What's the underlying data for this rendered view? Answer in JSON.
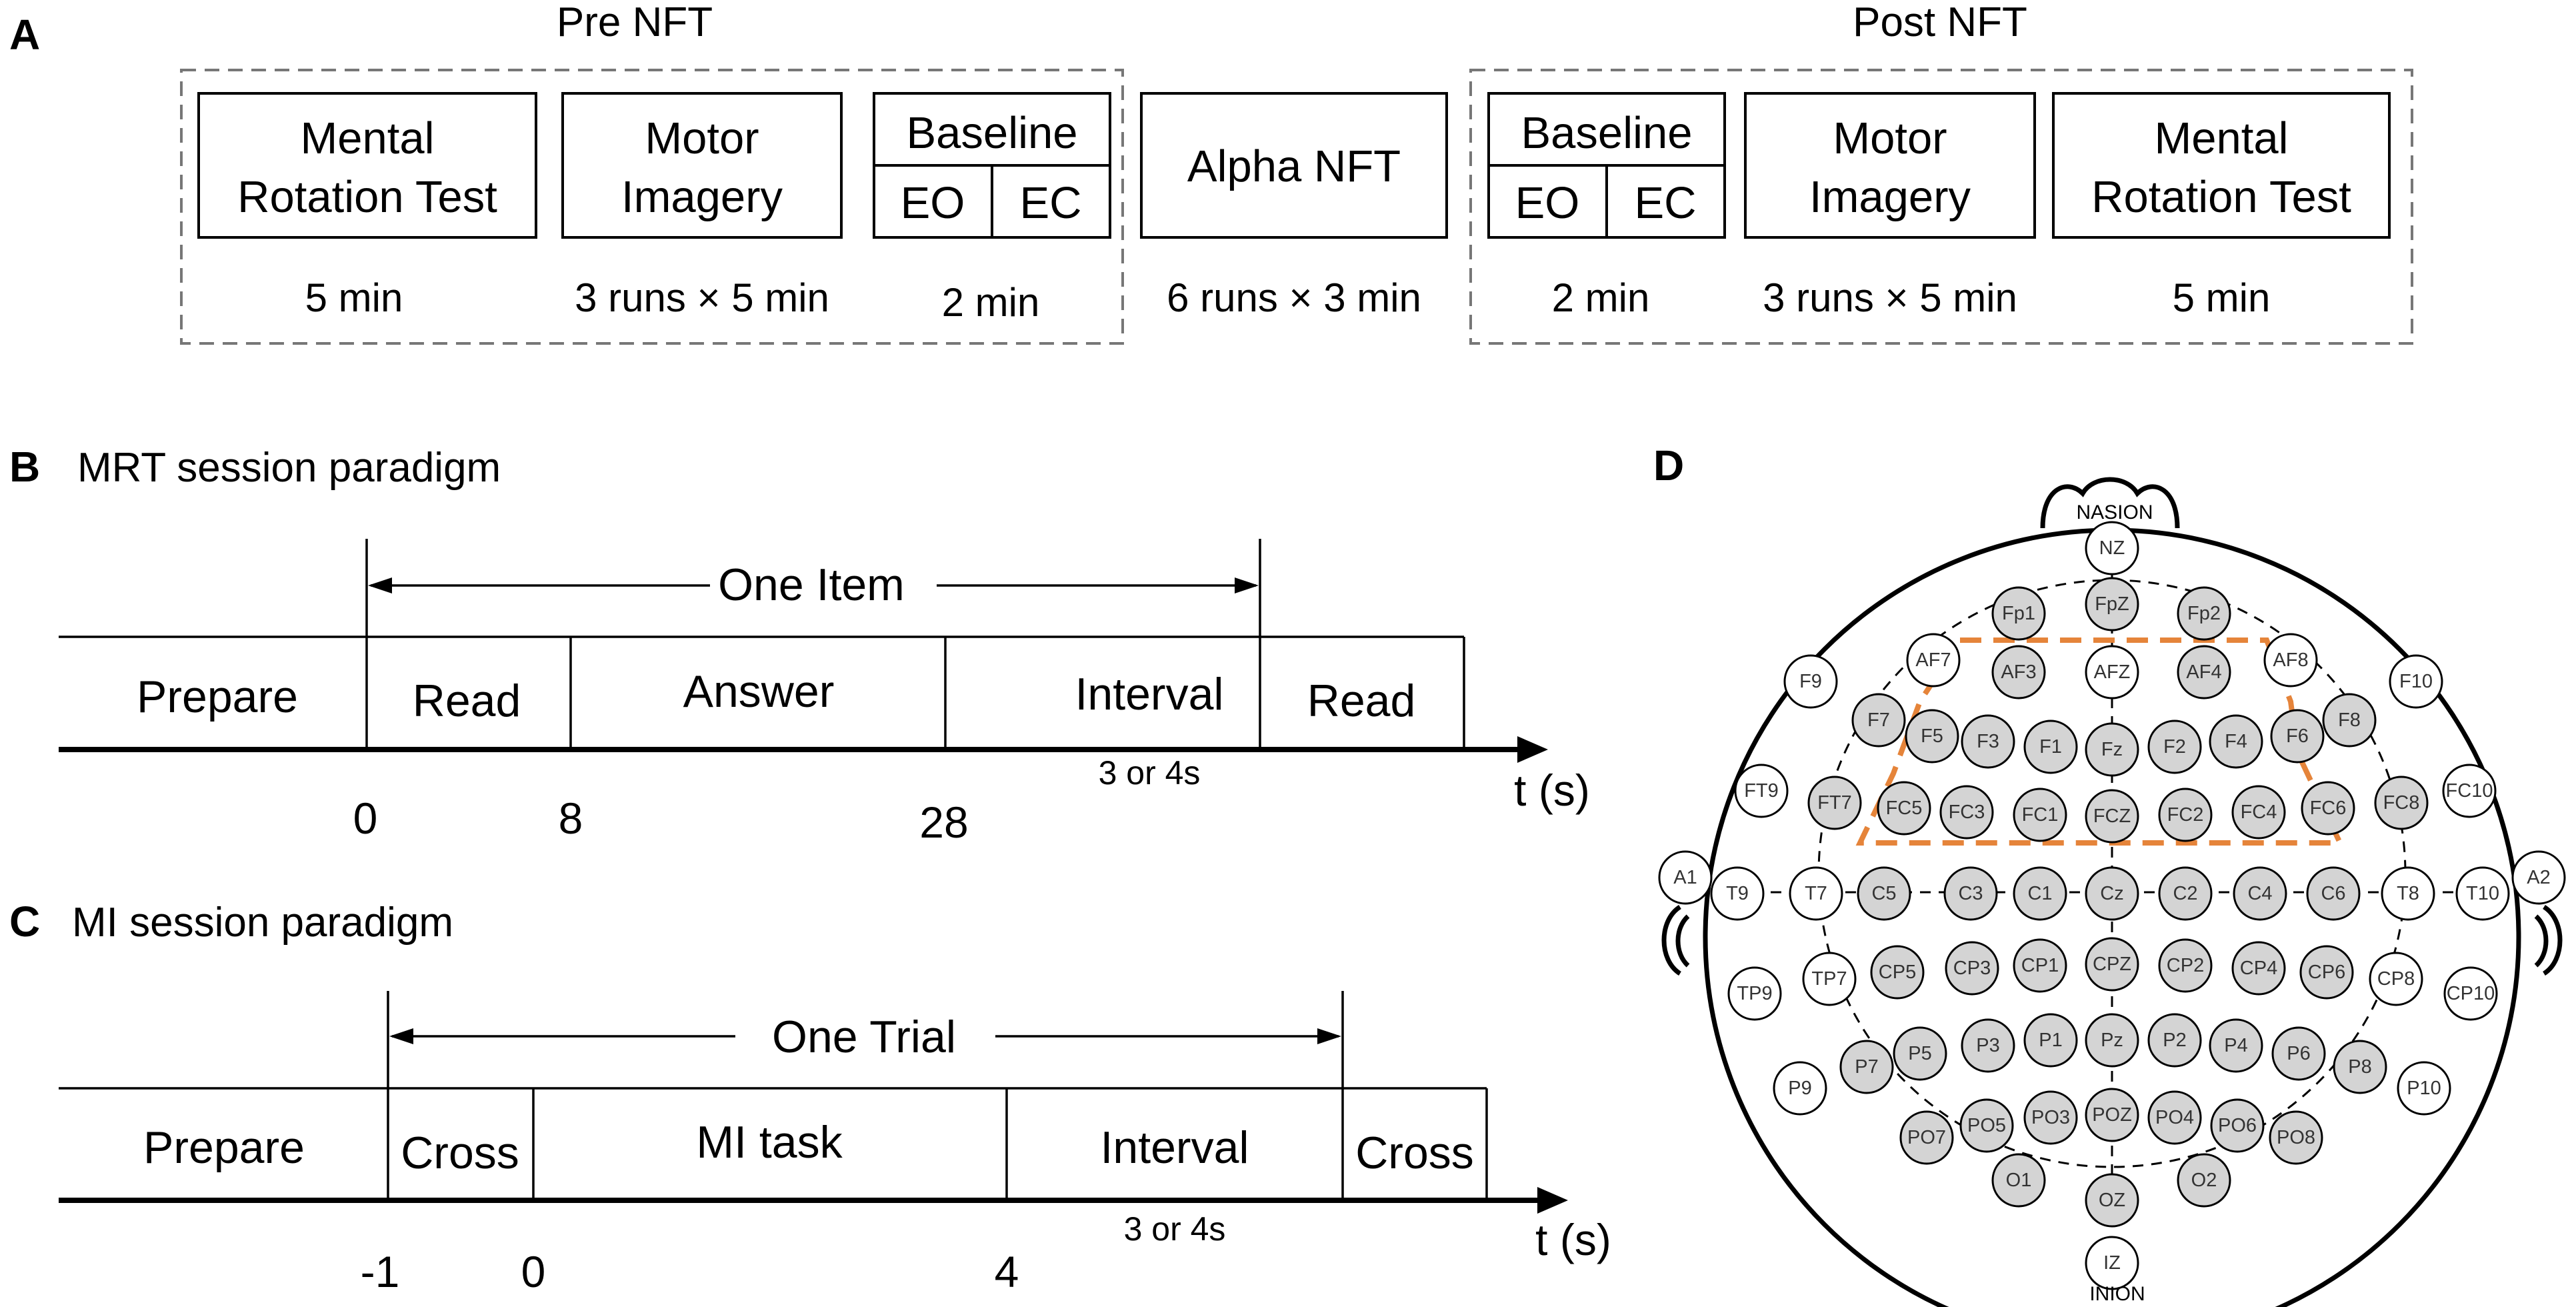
{
  "panelA": {
    "label": "A",
    "pre_title": "Pre NFT",
    "post_title": "Post NFT",
    "pre_mrt": [
      "Mental",
      "Rotation Test"
    ],
    "pre_mrt_dur": "5 min",
    "pre_mi": [
      "Motor",
      "Imagery"
    ],
    "pre_mi_dur": "3 runs × 5 min",
    "pre_baseline": "Baseline",
    "pre_eo": "EO",
    "pre_ec": "EC",
    "pre_baseline_dur": "2 min",
    "nft": "Alpha NFT",
    "nft_dur": "6 runs × 3 min",
    "post_baseline": "Baseline",
    "post_eo": "EO",
    "post_ec": "EC",
    "post_baseline_dur": "2 min",
    "post_mi": [
      "Motor",
      "Imagery"
    ],
    "post_mi_dur": "3 runs × 5 min",
    "post_mrt": [
      "Mental",
      "Rotation Test"
    ],
    "post_mrt_dur": "5 min"
  },
  "panelB": {
    "label": "B",
    "title": "MRT session paradigm",
    "span_label": "One Item",
    "segments": [
      "Prepare",
      "Read",
      "Answer",
      "Interval",
      "Read"
    ],
    "ticks": [
      "0",
      "8",
      "28"
    ],
    "interval_note": "3 or 4s",
    "axis_label": "t (s)"
  },
  "panelC": {
    "label": "C",
    "title": "MI session paradigm",
    "span_label": "One Trial",
    "segments": [
      "Prepare",
      "Cross",
      "MI task",
      "Interval",
      "Cross"
    ],
    "ticks": [
      "-1",
      "0",
      "4"
    ],
    "interval_note": "3 or 4s",
    "axis_label": "t (s)"
  },
  "panelD": {
    "label": "D",
    "nasion": "NASION",
    "inion": "INION",
    "highlight_color": "#e5843a",
    "electrode_fill_gray": "#d4d4d4",
    "electrodes": [
      {
        "name": "NZ",
        "g": false
      },
      {
        "name": "Fp1",
        "g": true
      },
      {
        "name": "FpZ",
        "g": true
      },
      {
        "name": "Fp2",
        "g": true
      },
      {
        "name": "AF7",
        "g": false
      },
      {
        "name": "AF3",
        "g": true
      },
      {
        "name": "AFZ",
        "g": false
      },
      {
        "name": "AF4",
        "g": true
      },
      {
        "name": "AF8",
        "g": false
      },
      {
        "name": "F9",
        "g": false
      },
      {
        "name": "F7",
        "g": true
      },
      {
        "name": "F5",
        "g": true
      },
      {
        "name": "F3",
        "g": true
      },
      {
        "name": "F1",
        "g": true
      },
      {
        "name": "Fz",
        "g": true
      },
      {
        "name": "F2",
        "g": true
      },
      {
        "name": "F4",
        "g": true
      },
      {
        "name": "F6",
        "g": true
      },
      {
        "name": "F8",
        "g": true
      },
      {
        "name": "F10",
        "g": false
      },
      {
        "name": "FT9",
        "g": false
      },
      {
        "name": "FT7",
        "g": true
      },
      {
        "name": "FC5",
        "g": true
      },
      {
        "name": "FC3",
        "g": true
      },
      {
        "name": "FC1",
        "g": true
      },
      {
        "name": "FCZ",
        "g": true
      },
      {
        "name": "FC2",
        "g": true
      },
      {
        "name": "FC4",
        "g": true
      },
      {
        "name": "FC6",
        "g": true
      },
      {
        "name": "FC8",
        "g": true
      },
      {
        "name": "FC10",
        "g": false
      },
      {
        "name": "A1",
        "g": false
      },
      {
        "name": "T9",
        "g": false
      },
      {
        "name": "T7",
        "g": false
      },
      {
        "name": "C5",
        "g": true
      },
      {
        "name": "C3",
        "g": true
      },
      {
        "name": "C1",
        "g": true
      },
      {
        "name": "Cz",
        "g": true
      },
      {
        "name": "C2",
        "g": true
      },
      {
        "name": "C4",
        "g": true
      },
      {
        "name": "C6",
        "g": true
      },
      {
        "name": "T8",
        "g": false
      },
      {
        "name": "T10",
        "g": false
      },
      {
        "name": "A2",
        "g": false
      },
      {
        "name": "TP9",
        "g": false
      },
      {
        "name": "TP7",
        "g": false
      },
      {
        "name": "CP5",
        "g": true
      },
      {
        "name": "CP3",
        "g": true
      },
      {
        "name": "CP1",
        "g": true
      },
      {
        "name": "CPZ",
        "g": true
      },
      {
        "name": "CP2",
        "g": true
      },
      {
        "name": "CP4",
        "g": true
      },
      {
        "name": "CP6",
        "g": true
      },
      {
        "name": "CP8",
        "g": false
      },
      {
        "name": "CP10",
        "g": false
      },
      {
        "name": "P9",
        "g": false
      },
      {
        "name": "P7",
        "g": true
      },
      {
        "name": "P5",
        "g": true
      },
      {
        "name": "P3",
        "g": true
      },
      {
        "name": "P1",
        "g": true
      },
      {
        "name": "Pz",
        "g": true
      },
      {
        "name": "P2",
        "g": true
      },
      {
        "name": "P4",
        "g": true
      },
      {
        "name": "P6",
        "g": true
      },
      {
        "name": "P8",
        "g": true
      },
      {
        "name": "P10",
        "g": false
      },
      {
        "name": "PO7",
        "g": true
      },
      {
        "name": "PO5",
        "g": true
      },
      {
        "name": "PO3",
        "g": true
      },
      {
        "name": "POZ",
        "g": true
      },
      {
        "name": "PO4",
        "g": true
      },
      {
        "name": "PO6",
        "g": true
      },
      {
        "name": "PO8",
        "g": true
      },
      {
        "name": "O1",
        "g": true
      },
      {
        "name": "OZ",
        "g": true
      },
      {
        "name": "O2",
        "g": true
      },
      {
        "name": "IZ",
        "g": false
      }
    ]
  }
}
